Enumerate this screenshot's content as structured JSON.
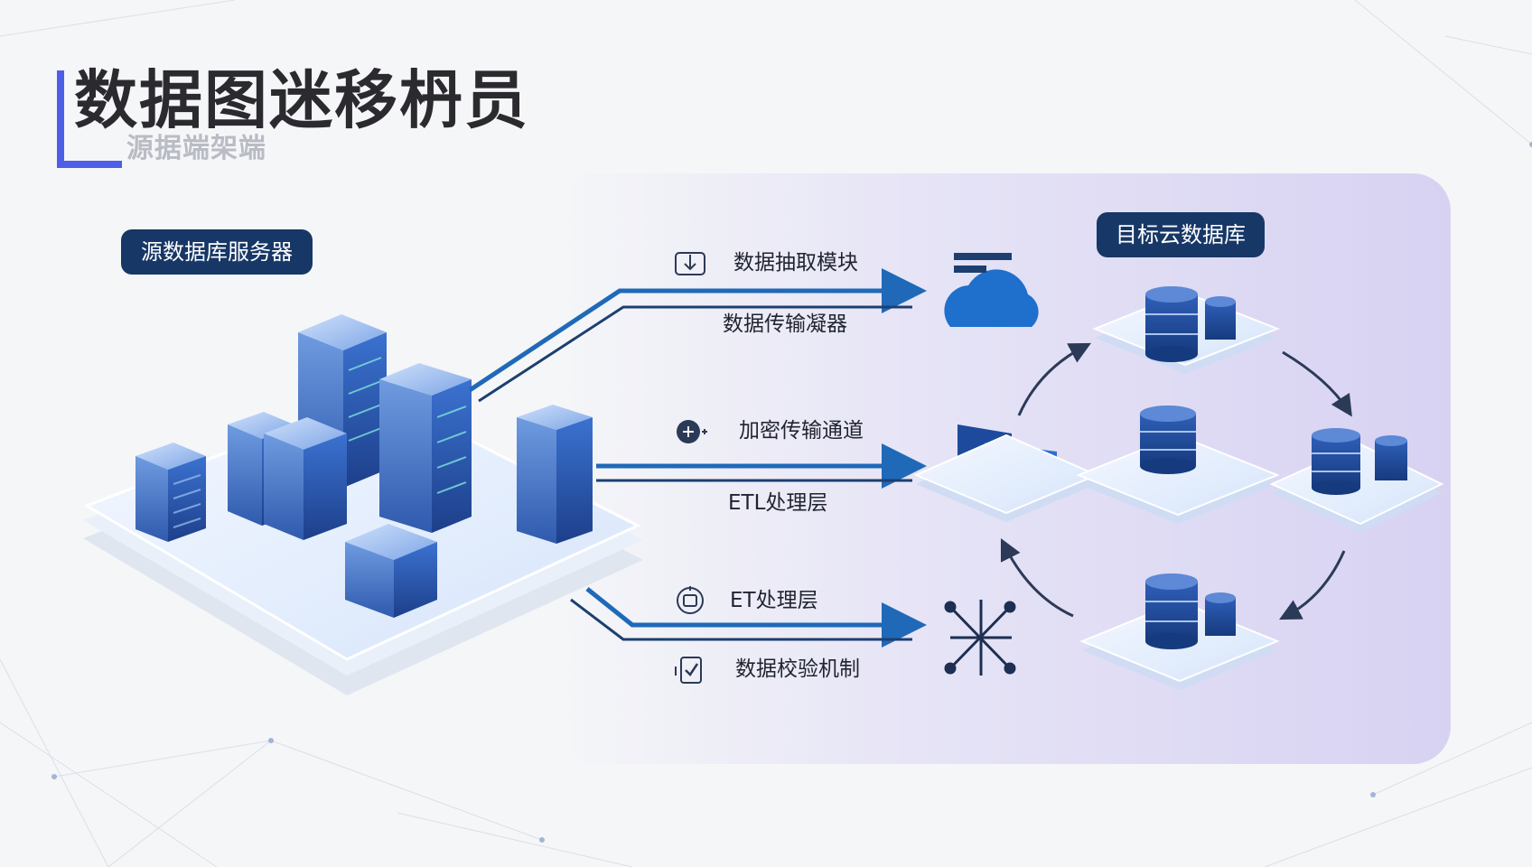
{
  "title": {
    "main": "数据图迷移枬员",
    "sub": "源据端架端"
  },
  "source": {
    "label": "源数据库服务器"
  },
  "target": {
    "label": "目标云数据库"
  },
  "flows": {
    "top": {
      "label": "数据抽取模块",
      "sublabel": "数据传输凝器",
      "icon": "extract-icon"
    },
    "middle": {
      "label": "加密传输通道",
      "sublabel": "ETL处理层",
      "icon": "encrypt-icon"
    },
    "bottom": {
      "label": "ET处理层",
      "sublabel": "数据校验机制",
      "icon": "robot-icon",
      "subicon": "verify-icon"
    }
  },
  "colors": {
    "accent": "#4f5ee8",
    "pill": "#173766",
    "arrow": "#1f69b8",
    "server": "#2f66c8",
    "panel": "#d7d2f2"
  }
}
